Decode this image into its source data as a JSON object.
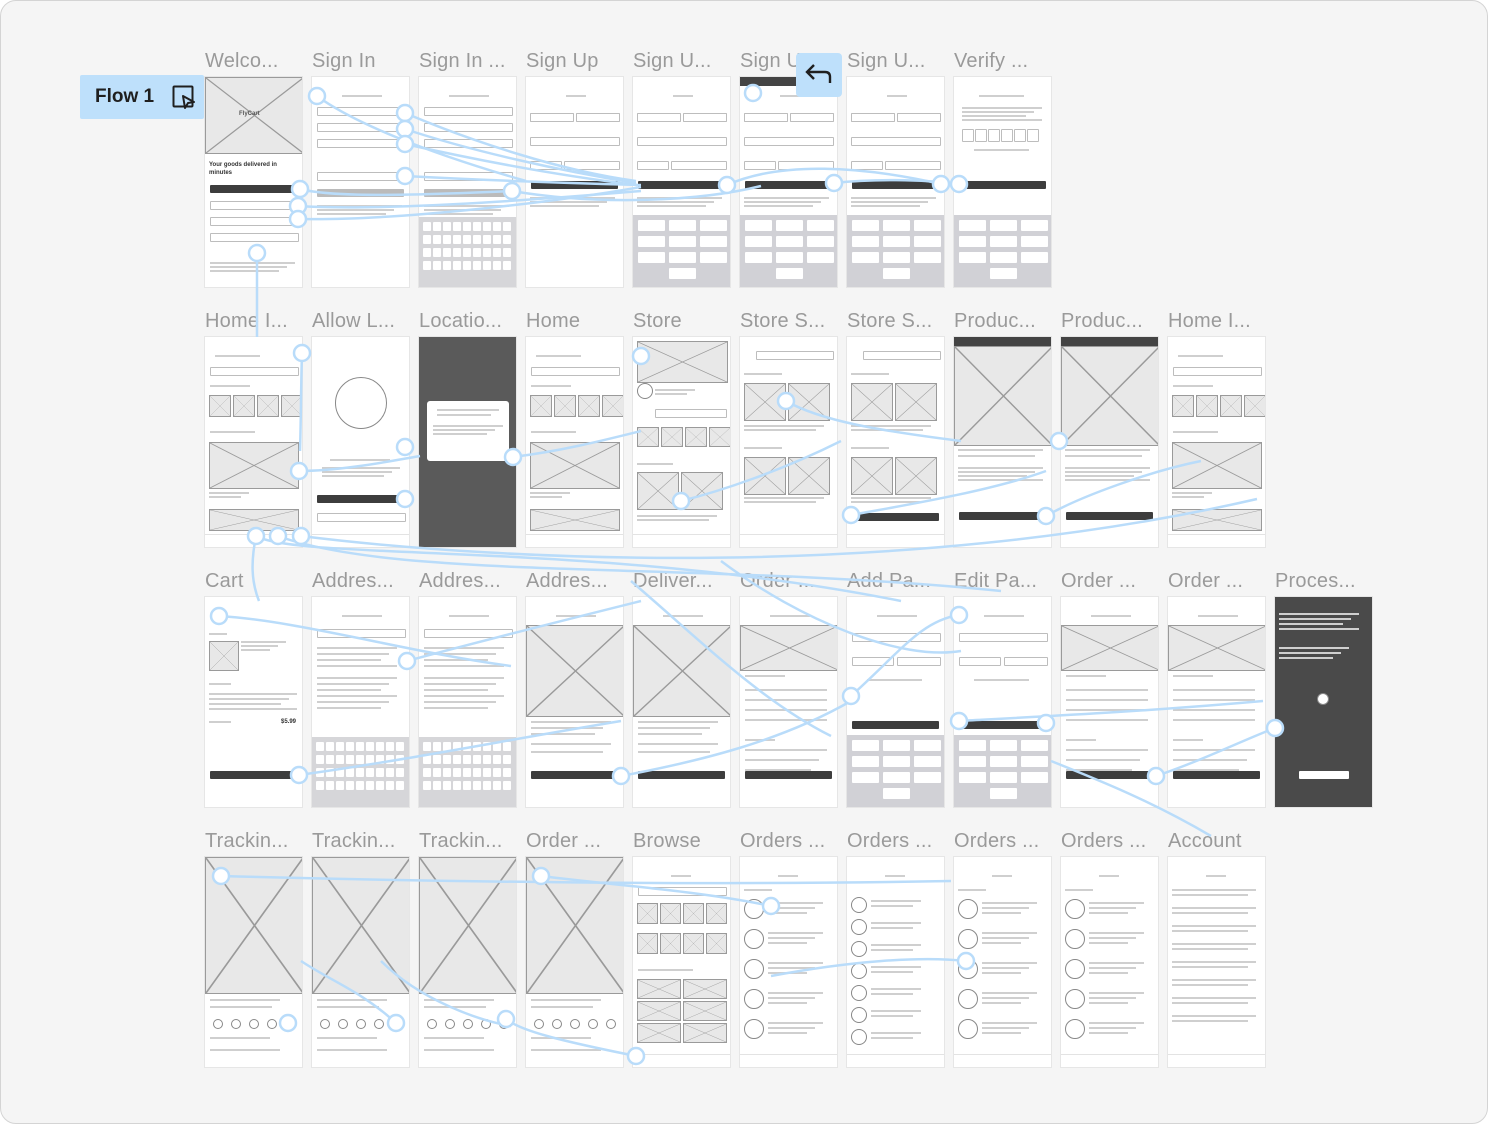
{
  "flow": {
    "label": "Flow 1"
  },
  "frames": [
    {
      "title": "Welco...",
      "kind": "welcome",
      "logo": "FlyCart",
      "headline": "Your goods delivered in minutes"
    },
    {
      "title": "Sign In",
      "kind": "signin"
    },
    {
      "title": "Sign In ...",
      "kind": "signin-kb"
    },
    {
      "title": "Sign Up",
      "kind": "form"
    },
    {
      "title": "Sign U...",
      "kind": "form-pad"
    },
    {
      "title": "Sign U...",
      "kind": "form-dark"
    },
    {
      "title": "Sign U...",
      "kind": "form-pad"
    },
    {
      "title": "Verify ...",
      "kind": "verify"
    },
    {
      "title": "Home I...",
      "kind": "home"
    },
    {
      "title": "Allow L...",
      "kind": "allow"
    },
    {
      "title": "Locatio...",
      "kind": "location"
    },
    {
      "title": "Home",
      "kind": "home"
    },
    {
      "title": "Store",
      "kind": "store"
    },
    {
      "title": "Store S...",
      "kind": "store-grid"
    },
    {
      "title": "Store S...",
      "kind": "store-grid"
    },
    {
      "title": "Produc...",
      "kind": "product"
    },
    {
      "title": "Produc...",
      "kind": "product"
    },
    {
      "title": "Home I...",
      "kind": "home"
    },
    {
      "title": "Cart",
      "kind": "cart",
      "total": "$5.99"
    },
    {
      "title": "Addres...",
      "kind": "address-kb"
    },
    {
      "title": "Addres...",
      "kind": "address-kb"
    },
    {
      "title": "Addres...",
      "kind": "map"
    },
    {
      "title": "Deliver...",
      "kind": "map"
    },
    {
      "title": "Order ...",
      "kind": "checkout"
    },
    {
      "title": "Add Pa...",
      "kind": "payment-pad"
    },
    {
      "title": "Edit Pa...",
      "kind": "payment-pad"
    },
    {
      "title": "Order ...",
      "kind": "checkout"
    },
    {
      "title": "Order ...",
      "kind": "checkout"
    },
    {
      "title": "Proces...",
      "kind": "processing"
    },
    {
      "title": "Trackin...",
      "kind": "tracking"
    },
    {
      "title": "Trackin...",
      "kind": "tracking"
    },
    {
      "title": "Trackin...",
      "kind": "tracking"
    },
    {
      "title": "Order ...",
      "kind": "tracking"
    },
    {
      "title": "Browse",
      "kind": "browse"
    },
    {
      "title": "Orders ...",
      "kind": "orders"
    },
    {
      "title": "Orders ...",
      "kind": "orders-loading"
    },
    {
      "title": "Orders ...",
      "kind": "orders"
    },
    {
      "title": "Orders ...",
      "kind": "orders"
    },
    {
      "title": "Account",
      "kind": "account"
    }
  ]
}
